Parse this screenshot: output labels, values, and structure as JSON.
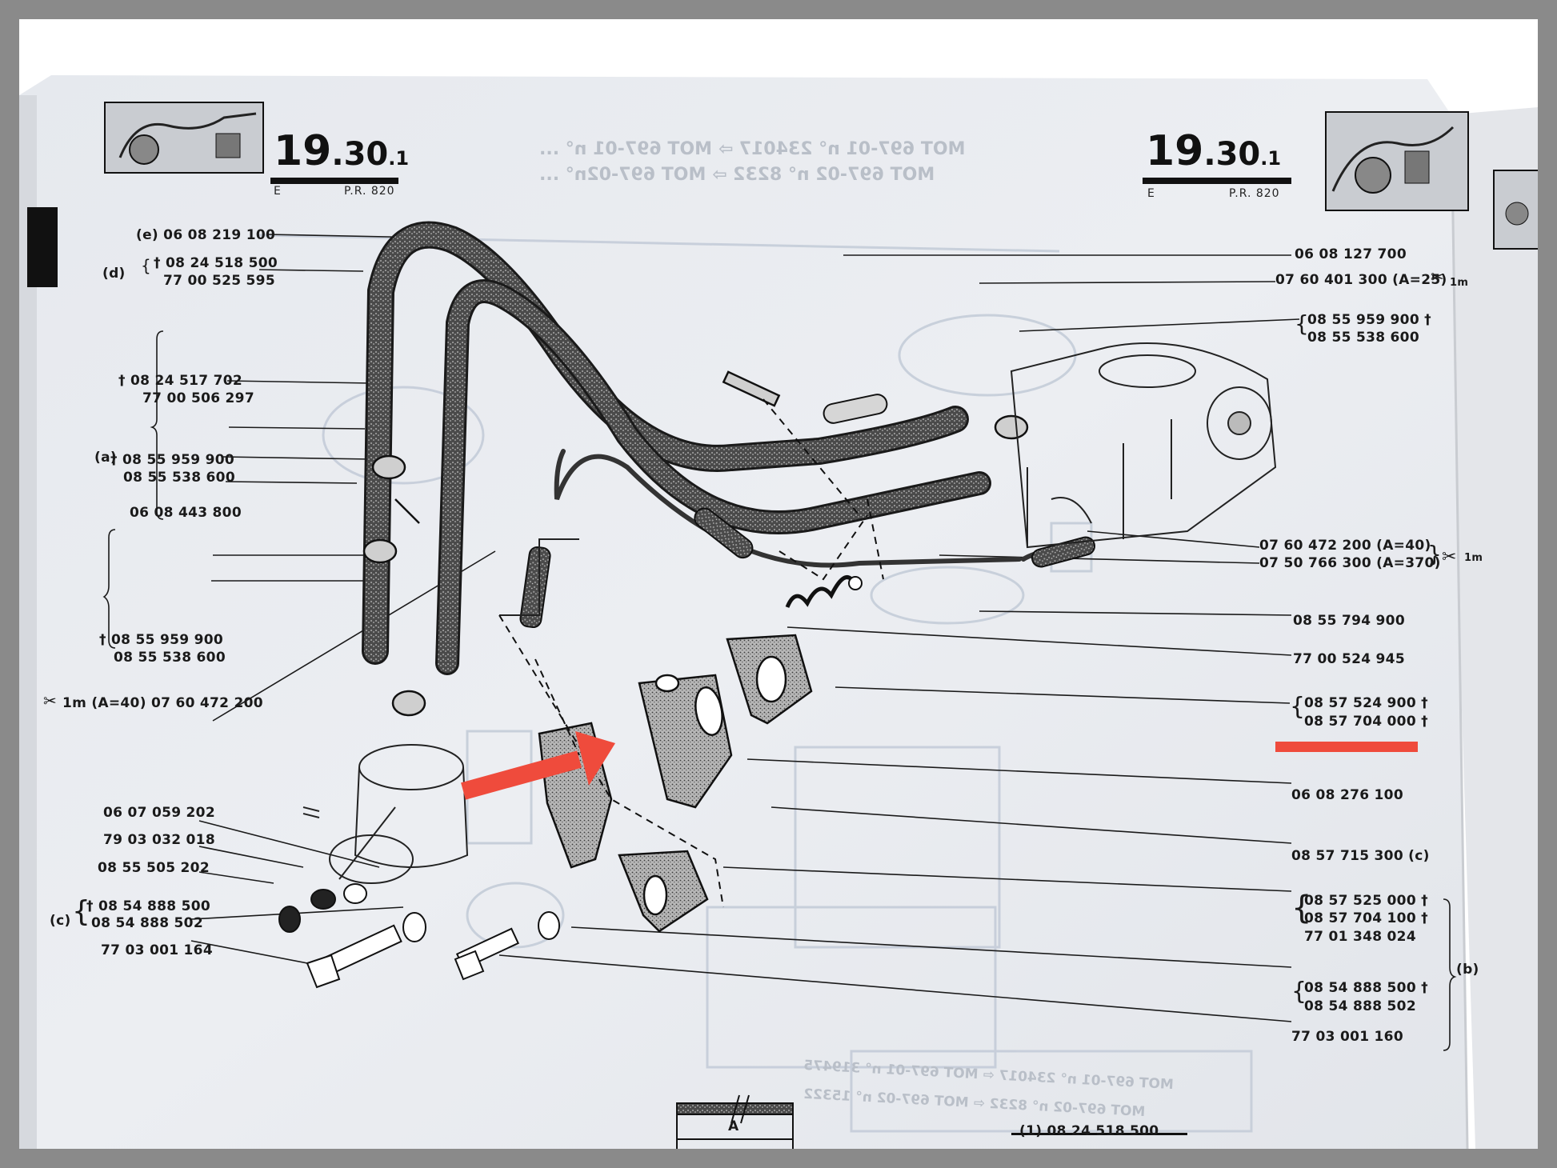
{
  "left_header": {
    "page_number_main": "19",
    "page_number_sub": ".30",
    "page_number_suffix": ".1",
    "edition": "E",
    "ref": "P.R. 820"
  },
  "right_header": {
    "page_number_main": "19",
    "page_number_sub": ".30",
    "page_number_suffix": ".1",
    "edition": "E",
    "ref": "P.R. 820"
  },
  "left_labels": {
    "e_label": "(e) 06 08 219 100",
    "d_group_tag": "(d)",
    "d_part1": "† 08 24 518 500",
    "d_part2": "77 00 525 595",
    "a_group_tag": "(a)",
    "a_part1": "† 08 24 517 702",
    "a_part2": "77 00 506 297",
    "a_part3": "† 08 55 959 900",
    "a_part4": "08 55 538 600",
    "a_part5": "06 08 443 800",
    "clip_part1": "† 08 55 959 900",
    "clip_part2": "08 55 538 600",
    "hose_cut": "1m (A=40) 07 60 472 200",
    "part_060": "06 07 059 202",
    "part_790": "79 03 032 018",
    "part_085": "08 55 505 202",
    "c_group_tag": "(c)",
    "c_part1": "† 08 54 888 500",
    "c_part2": "08 54 888 502",
    "c_part3": "77 03 001 164"
  },
  "right_labels": {
    "r1": "06 08 127 700",
    "r2": "07 60 401 300 (A=25)",
    "r2_tail": "1m",
    "r3a": "08 55 959 900 †",
    "r3b": "08 55 538 600",
    "r4a": "07 60 472 200 (A=40)",
    "r4b": "07 50 766 300 (A=370)",
    "r4_tail": "1m",
    "r5": "08 55 794 900",
    "r6": "77 00 524 945",
    "r7a": "08 57 524 900 †",
    "r7b": "08 57 704 000 †",
    "r8": "06 08 276 100",
    "r9": "08 57 715 300 (c)",
    "r10a": "08 57 525 000 †",
    "r10b": "08 57 704 100 †",
    "r10c": "77 01 348 024",
    "b_group_tag": "(b)",
    "r11a": "08 54 888 500 †",
    "r11b": "08 54 888 502",
    "r12": "77 03 001 160"
  },
  "scale_label": "A",
  "footer_note": "(1) 08 24 518 500",
  "ghost_text": {
    "top1": "MOT 697-01 n° 234017 ⇨ MOT 697-01 n° ...",
    "top2": "MOT 697-02 n° 8232 ⇨ MOT 697-02n° ...",
    "bot1": "MOT 697-01 n° 234017 ⇦ MOT 697-01 n° 319475",
    "bot2": "MOT 697-02 n° 8232 ⇦ MOT 697-02 n° 15322"
  },
  "colors": {
    "highlight": "#ef4b3c",
    "ink": "#1a1a1a",
    "paper": "#e9ecf0"
  }
}
